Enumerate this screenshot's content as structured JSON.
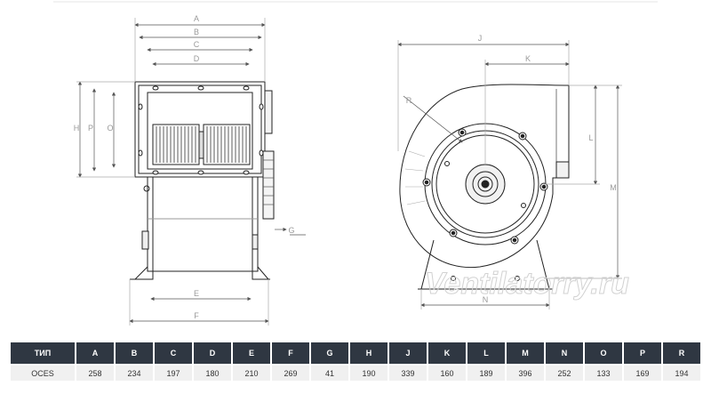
{
  "watermark": "Ventilatorry.ru",
  "dimension_labels": {
    "A": "A",
    "B": "B",
    "C": "C",
    "D": "D",
    "E": "E",
    "F": "F",
    "G": "G",
    "H": "H",
    "J": "J",
    "K": "K",
    "L": "L",
    "M": "M",
    "N": "N",
    "O": "O",
    "P": "P",
    "R": "R"
  },
  "table": {
    "header_label": "ТИП",
    "columns": [
      "A",
      "B",
      "C",
      "D",
      "E",
      "F",
      "G",
      "H",
      "J",
      "K",
      "L",
      "M",
      "N",
      "O",
      "P",
      "R"
    ],
    "row_label": "OCES",
    "values": [
      "258",
      "234",
      "197",
      "180",
      "210",
      "269",
      "41",
      "190",
      "339",
      "160",
      "189",
      "396",
      "252",
      "133",
      "169",
      "194"
    ]
  }
}
